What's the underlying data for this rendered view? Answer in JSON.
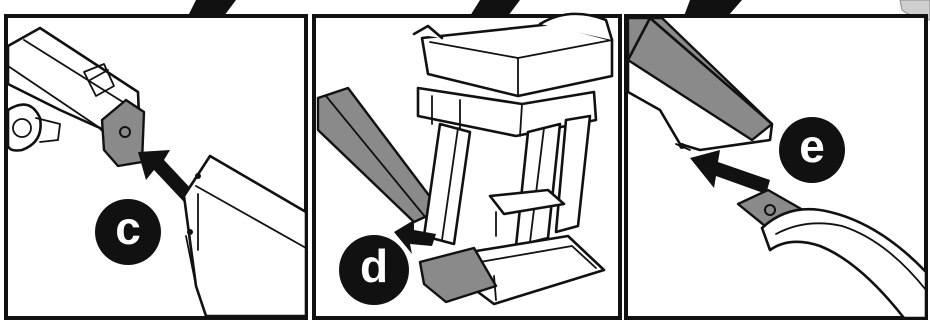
{
  "step_badges": [
    {
      "id": "c",
      "label": "c"
    },
    {
      "id": "d",
      "label": "d"
    },
    {
      "id": "e",
      "label": "e"
    }
  ],
  "colors": {
    "outline": "#111111",
    "highlight_part": "#8a8a8a",
    "background": "#ffffff",
    "badge": "#111111",
    "badge_text": "#ffffff"
  },
  "icons": {
    "direction": "arrow-icon"
  }
}
